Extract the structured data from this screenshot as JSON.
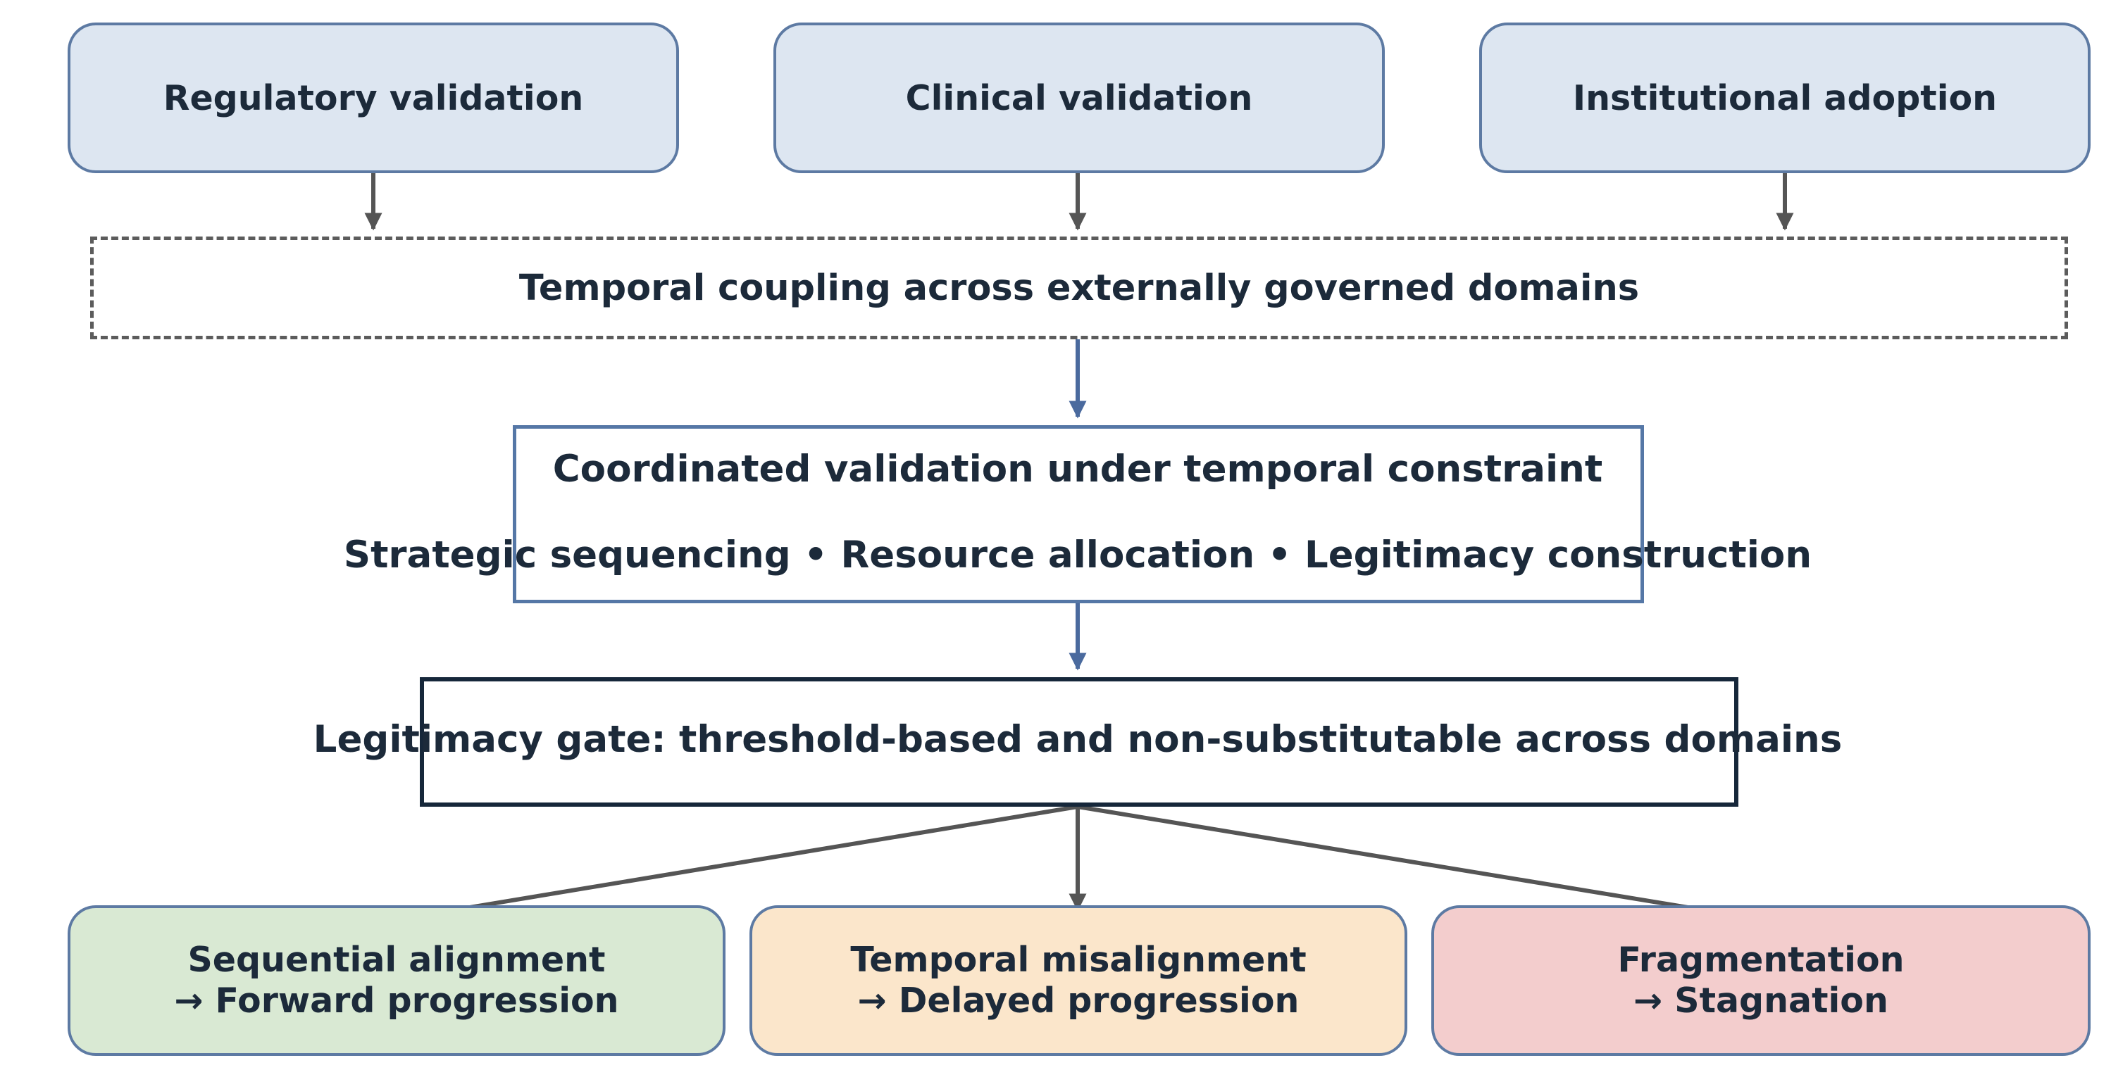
{
  "domains": [
    {
      "label": "Regulatory validation"
    },
    {
      "label": "Clinical validation"
    },
    {
      "label": "Institutional adoption"
    }
  ],
  "coupling": {
    "label": "Temporal coupling across externally governed domains"
  },
  "coordination": {
    "title": "Coordinated validation under temporal constraint",
    "subtitle": "Strategic sequencing • Resource allocation • Legitimacy construction"
  },
  "gate": {
    "label": "Legitimacy gate: threshold-based and non-substitutable across domains"
  },
  "outcomes": [
    {
      "line1": "Sequential alignment",
      "line2": "→ Forward progression",
      "fill": "#d9e9d3"
    },
    {
      "line1": "Temporal misalignment",
      "line2": "→ Delayed progression",
      "fill": "#fbe6cb"
    },
    {
      "line1": "Fragmentation",
      "line2": "→ Stagnation",
      "fill": "#f3cdcd"
    }
  ],
  "colors": {
    "gray_arrow": "#555555",
    "blue_arrow": "#4a6a9e"
  }
}
